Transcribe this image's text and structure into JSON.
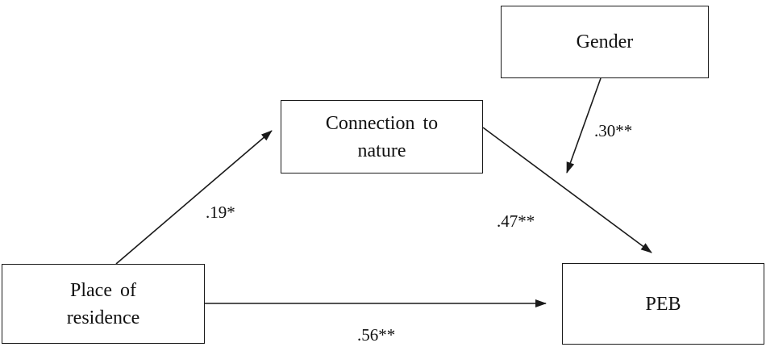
{
  "nodes": {
    "gender": "Gender",
    "connection": "Connection to nature",
    "place": "Place of residence",
    "peb": "PEB"
  },
  "paths": {
    "gender_moderation": ".30**",
    "place_to_connection": ".19*",
    "connection_to_peb": ".47**",
    "place_to_peb": ".56**"
  },
  "colors": {
    "line": "#1a1a1a",
    "background": "#ffffff"
  }
}
